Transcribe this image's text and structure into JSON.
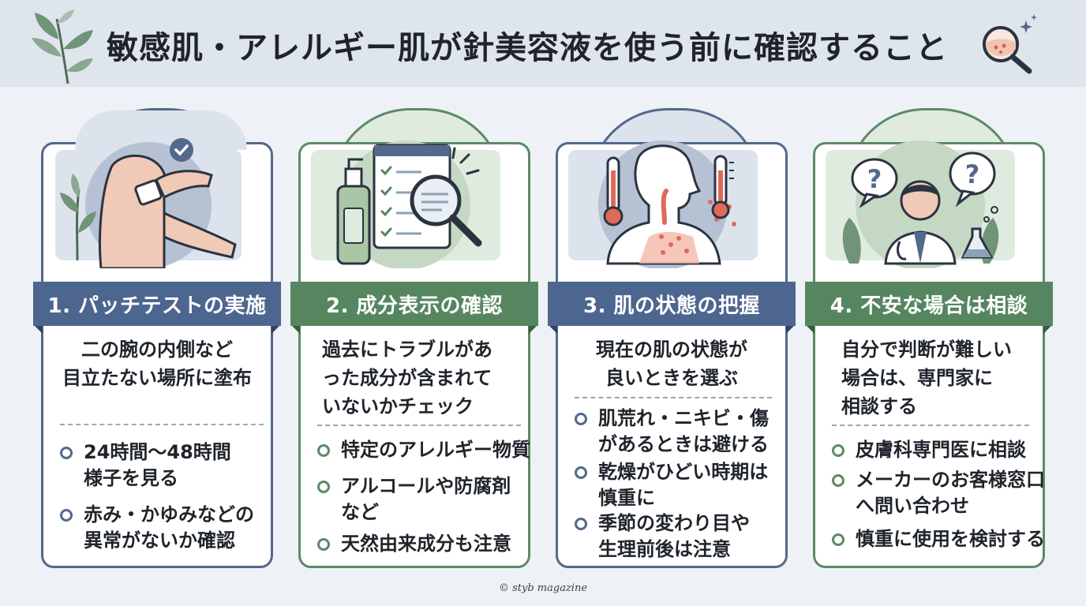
{
  "header": {
    "title": "敏感肌・アレルギー肌が針美容液を使う前に確認すること"
  },
  "colors": {
    "blue_accent": "#4d6690",
    "green_accent": "#568660",
    "background": "#eef1f5",
    "header_bg": "#dfe5ec"
  },
  "cards": [
    {
      "theme": "blue",
      "illustration": "arm-patch-test-icon",
      "heading": "1. パッチテストの実施",
      "lead": [
        "二の腕の内側など",
        "目立たない場所に塗布"
      ],
      "bullets": [
        [
          "24時間〜48時間",
          "様子を見る"
        ],
        [
          "赤み・かゆみなどの",
          "異常がないか確認"
        ]
      ]
    },
    {
      "theme": "green",
      "illustration": "ingredient-checklist-icon",
      "heading": "2. 成分表示の確認",
      "lead": [
        "過去にトラブルがあ",
        "った成分が含まれて",
        "いないかチェック"
      ],
      "bullets": [
        [
          "特定のアレルギー物質"
        ],
        [
          "アルコールや防腐剤",
          "など"
        ],
        [
          "天然由来成分も注意"
        ]
      ]
    },
    {
      "theme": "blue",
      "illustration": "skin-condition-thermometer-icon",
      "heading": "3. 肌の状態の把握",
      "lead": [
        "現在の肌の状態が",
        "良いときを選ぶ"
      ],
      "bullets": [
        [
          "肌荒れ・ニキビ・傷",
          "があるときは避ける"
        ],
        [
          "乾燥がひどい時期は",
          "慎重に"
        ],
        [
          "季節の変わり目や",
          "生理前後は注意"
        ]
      ]
    },
    {
      "theme": "green",
      "illustration": "doctor-consultation-icon",
      "heading": "4. 不安な場合は相談",
      "lead": [
        "自分で判断が難しい",
        "場合は、専門家に",
        "相談する"
      ],
      "bullets": [
        [
          "皮膚科専門医に相談"
        ],
        [
          "メーカーのお客様窓口",
          "へ問い合わせ"
        ],
        [
          "慎重に使用を検討する"
        ]
      ]
    }
  ],
  "footer": {
    "credit": "© styb magazine"
  }
}
